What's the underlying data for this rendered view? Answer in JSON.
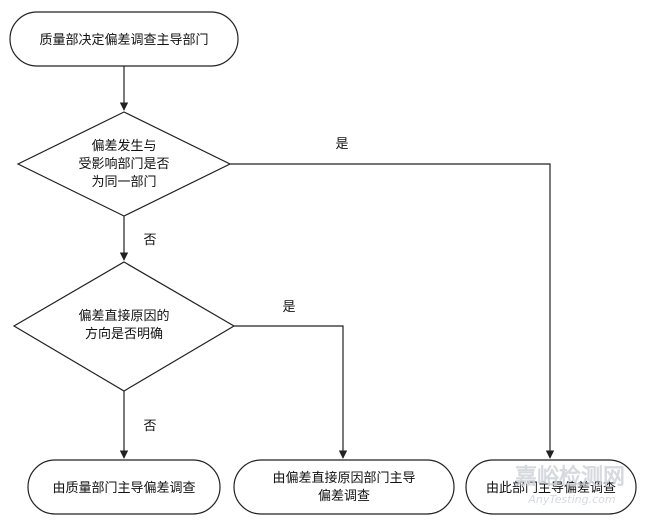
{
  "nodes": {
    "start": {
      "lines": [
        "质量部决定偏差调查主导部门"
      ]
    },
    "decision1": {
      "lines": [
        "偏差发生与",
        "受影响部门是否",
        "为同一部门"
      ]
    },
    "decision2": {
      "lines": [
        "偏差直接原因的",
        "方向是否明确"
      ]
    },
    "end_quality": {
      "lines": [
        "由质量部门主导偏差调查"
      ]
    },
    "end_cause": {
      "lines": [
        "由偏差直接原因部门主导",
        "偏差调查"
      ]
    },
    "end_this": {
      "lines": [
        "由此部门主导偏差调查"
      ]
    }
  },
  "edges": {
    "d1_yes": "是",
    "d1_no": "否",
    "d2_yes": "是",
    "d2_no": "否"
  },
  "watermark": {
    "main": "嘉峪检测网",
    "sub": "AnyTesting.com"
  },
  "colors": {
    "stroke": "#222222",
    "background": "#ffffff",
    "watermark": "#cfd4da"
  }
}
